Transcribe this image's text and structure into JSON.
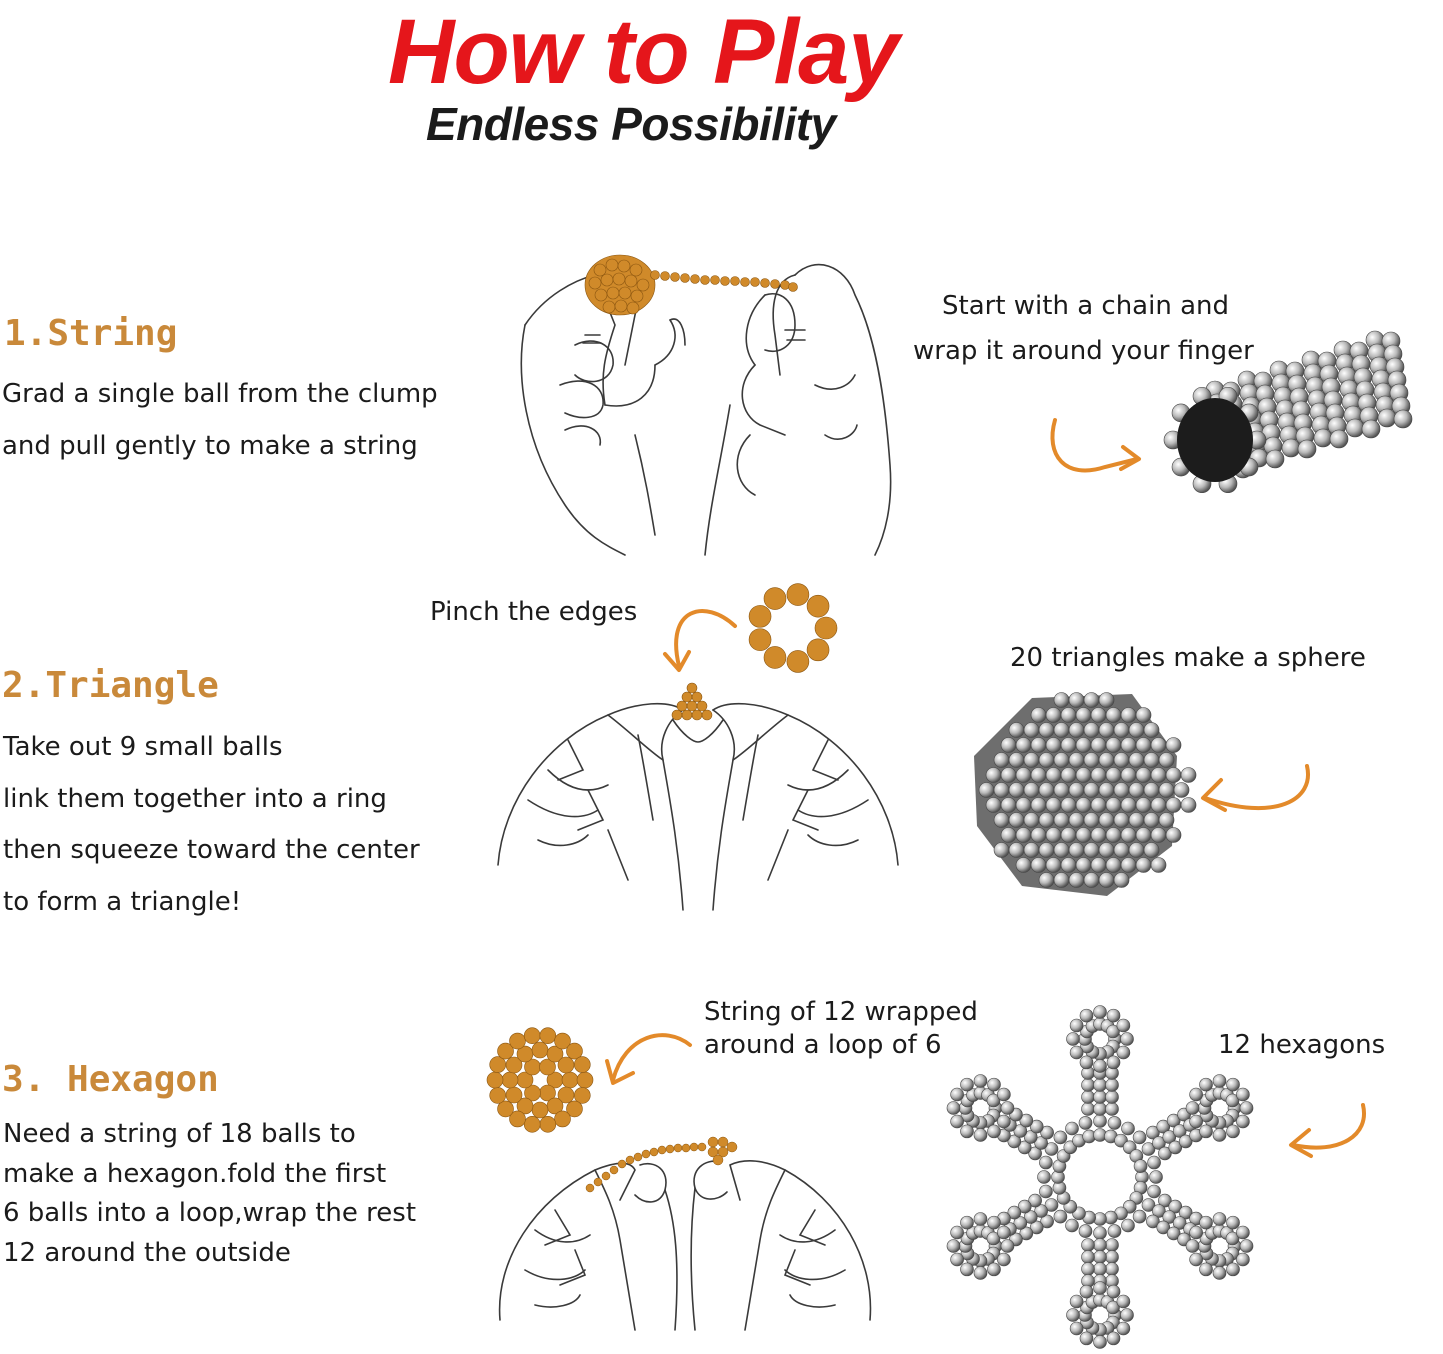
{
  "header": {
    "title": "How to Play",
    "subtitle": "Endless Possibility"
  },
  "colors": {
    "title_red": "#e5161b",
    "step_orange": "#c9893a",
    "ball_gold": "#d08a2a",
    "ball_silver": "#b8b8b8"
  },
  "steps": [
    {
      "title": "1.String",
      "lines": [
        "Grad a single ball from the clump",
        "and pull gently to make a string"
      ],
      "notes": [
        "Start with a chain and",
        "wrap it around your finger"
      ]
    },
    {
      "title": "2.Triangle",
      "lines": [
        "Take out 9 small balls",
        "link them together into a ring",
        "then squeeze toward the center",
        "to form a triangle!"
      ],
      "notes": [
        "Pinch the edges",
        "20 triangles make a sphere"
      ]
    },
    {
      "title": "3. Hexagon",
      "lines": [
        "Need a string of 18 balls to",
        "make a hexagon.fold the first",
        "6 balls into a loop,wrap the rest",
        "12 around the outside"
      ],
      "notes": [
        "String of 12 wrapped",
        "around a loop of 6",
        "12 hexagons"
      ]
    }
  ],
  "icons": {
    "hands_1": "hands-pulling-string-icon",
    "tube": "magnet-ball-tube-icon",
    "hands_2": "hands-pinching-triangle-icon",
    "ring": "nine-ball-ring-icon",
    "sphere": "magnet-ball-sphere-icon",
    "hands_3": "hands-holding-string-icon",
    "hex": "hexagon-cluster-icon",
    "star": "hexagon-star-icon"
  }
}
